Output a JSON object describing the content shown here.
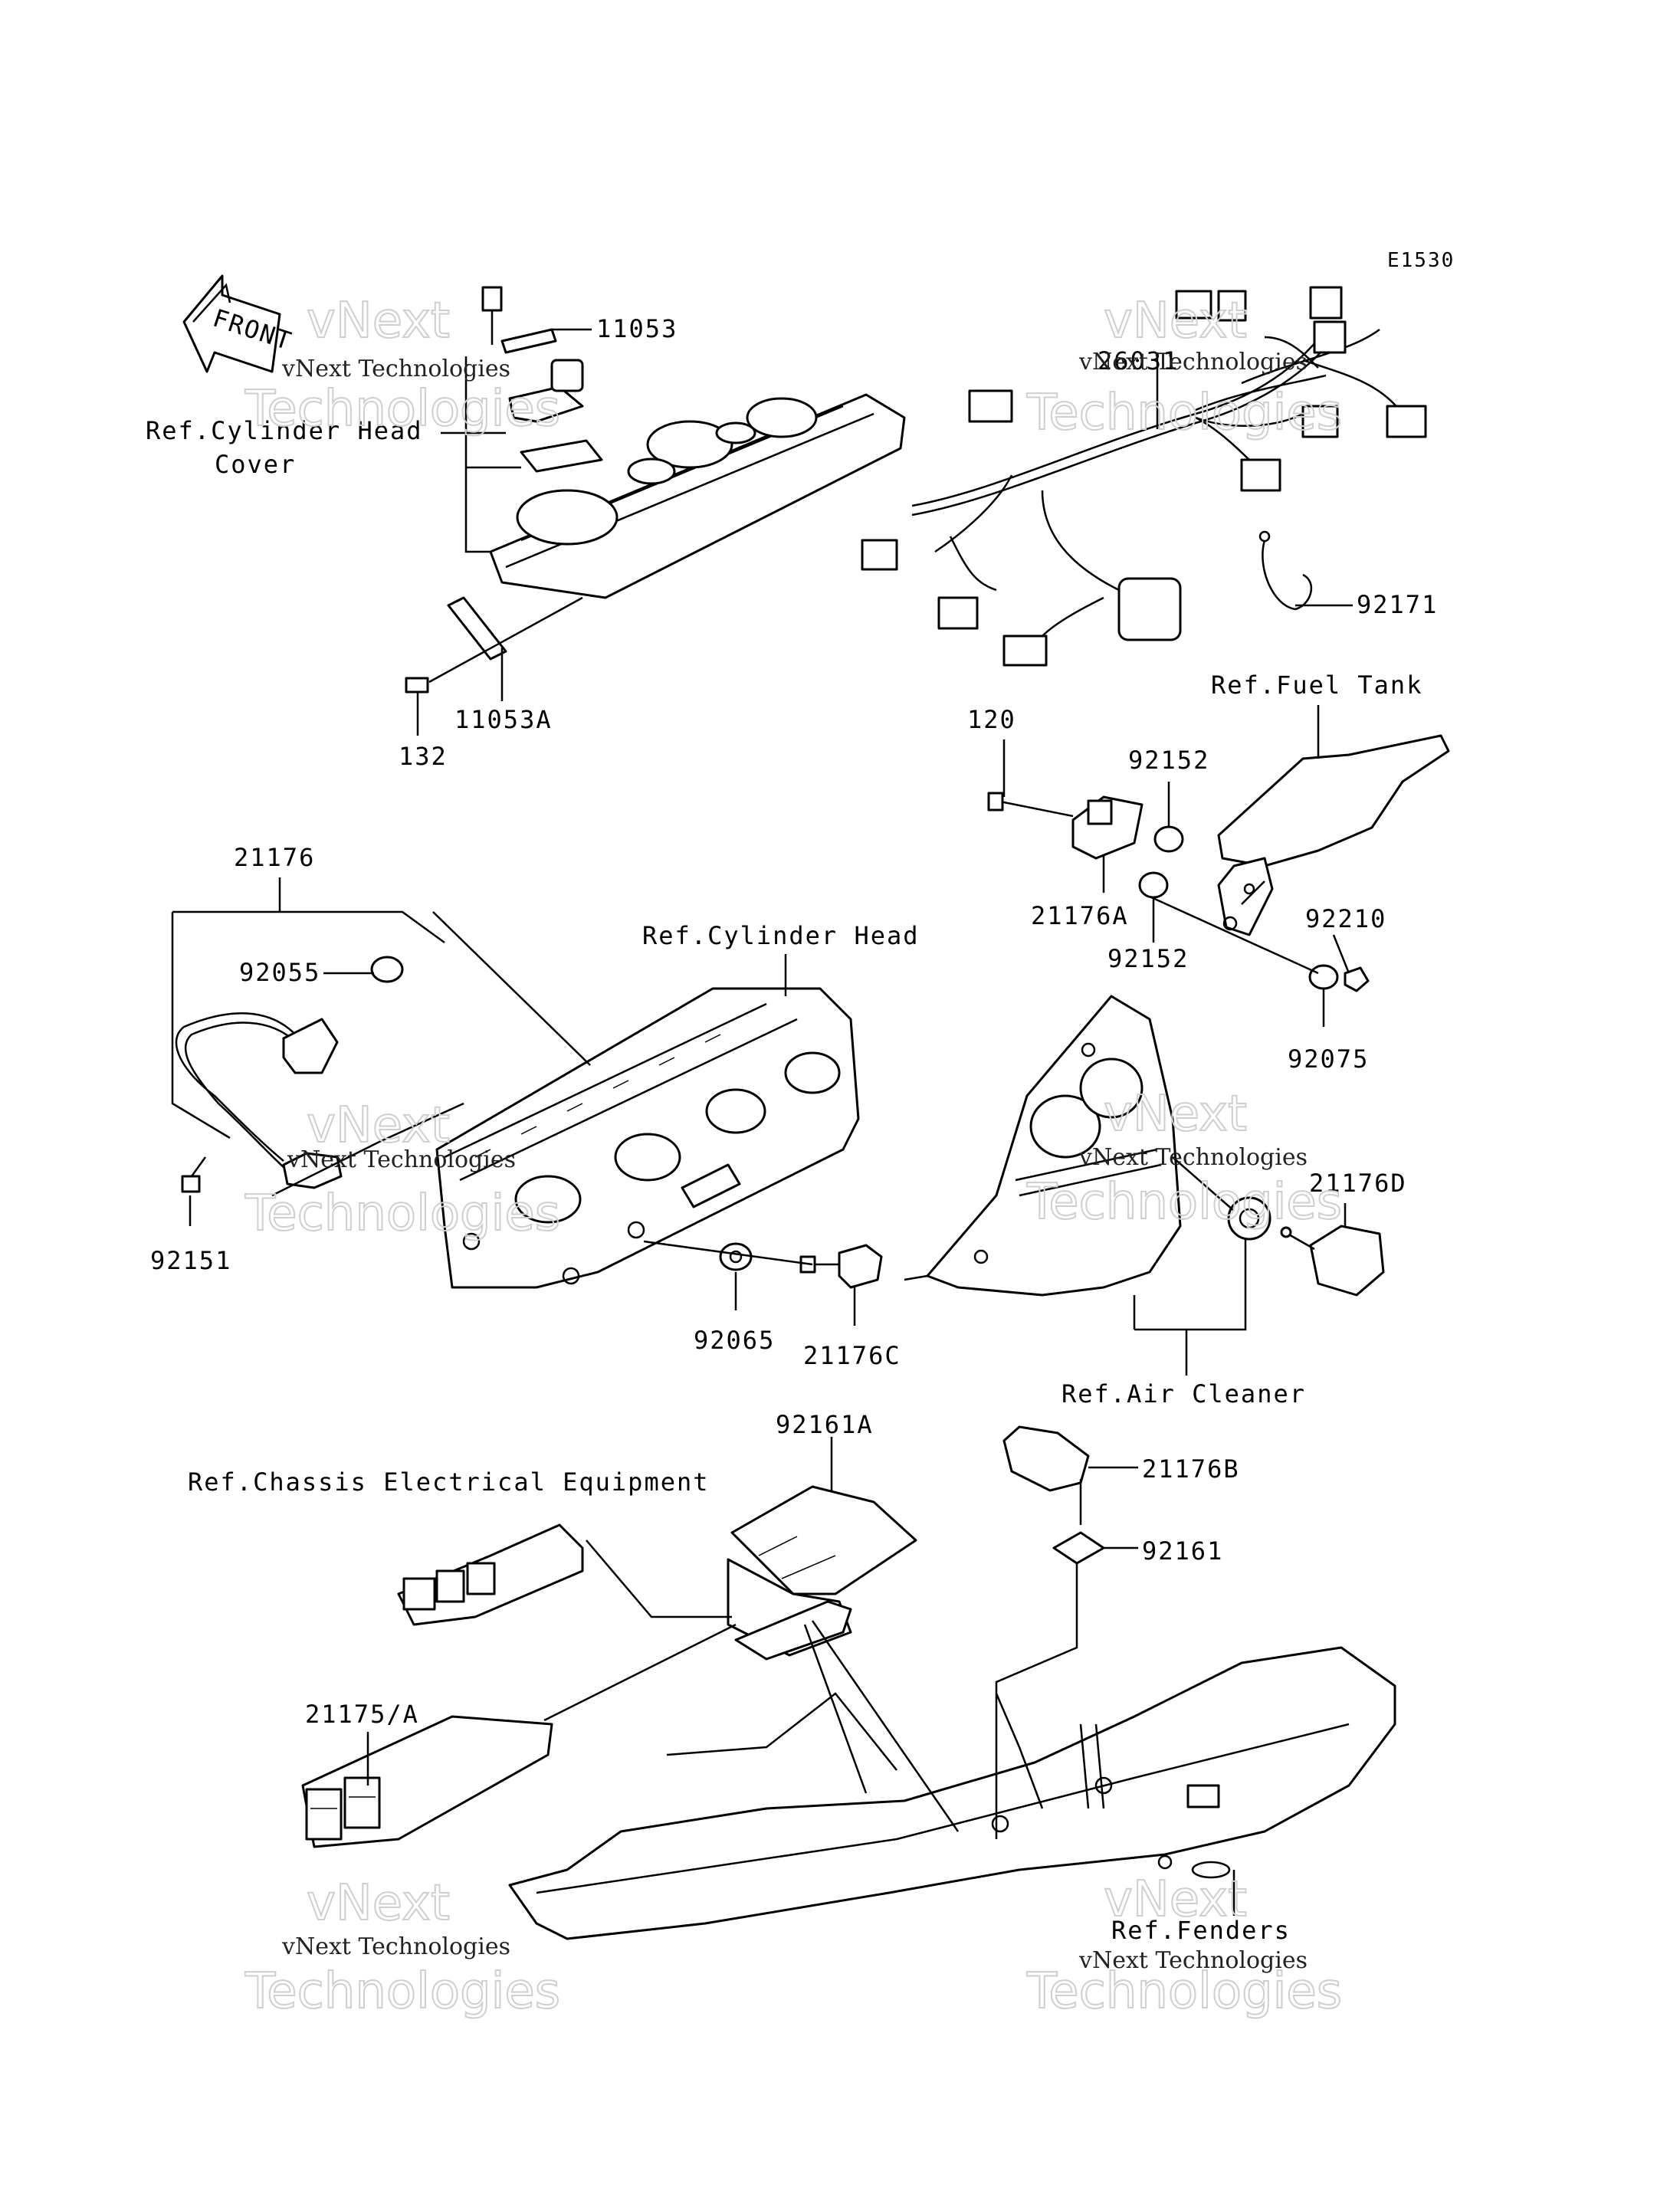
{
  "diagram": {
    "code": "E1530",
    "front_label": "FRONT",
    "labels": {
      "p11053": "11053",
      "p11053A": "11053A",
      "p132": "132",
      "ref_cyl_head_cover_1": "Ref.Cylinder Head",
      "ref_cyl_head_cover_2": "Cover",
      "p26031": "26031",
      "p92171": "92171",
      "ref_fuel_tank": "Ref.Fuel Tank",
      "p120": "120",
      "p92152_top": "92152",
      "p92152_bottom": "92152",
      "p21176A": "21176A",
      "p92210": "92210",
      "p92075": "92075",
      "p21176": "21176",
      "p92055": "92055",
      "p92151": "92151",
      "ref_cyl_head": "Ref.Cylinder Head",
      "p92065": "92065",
      "p21176C": "21176C",
      "p21176D": "21176D",
      "ref_air_cleaner": "Ref.Air Cleaner",
      "p92161A": "92161A",
      "ref_chassis": "Ref.Chassis Electrical Equipment",
      "p21176B": "21176B",
      "p92161": "92161",
      "p21175A": "21175/A",
      "ref_fenders": "Ref.Fenders"
    },
    "watermark": {
      "small": "vNext Technologies",
      "big_1": "vNext",
      "big_2": "Technologies"
    }
  }
}
